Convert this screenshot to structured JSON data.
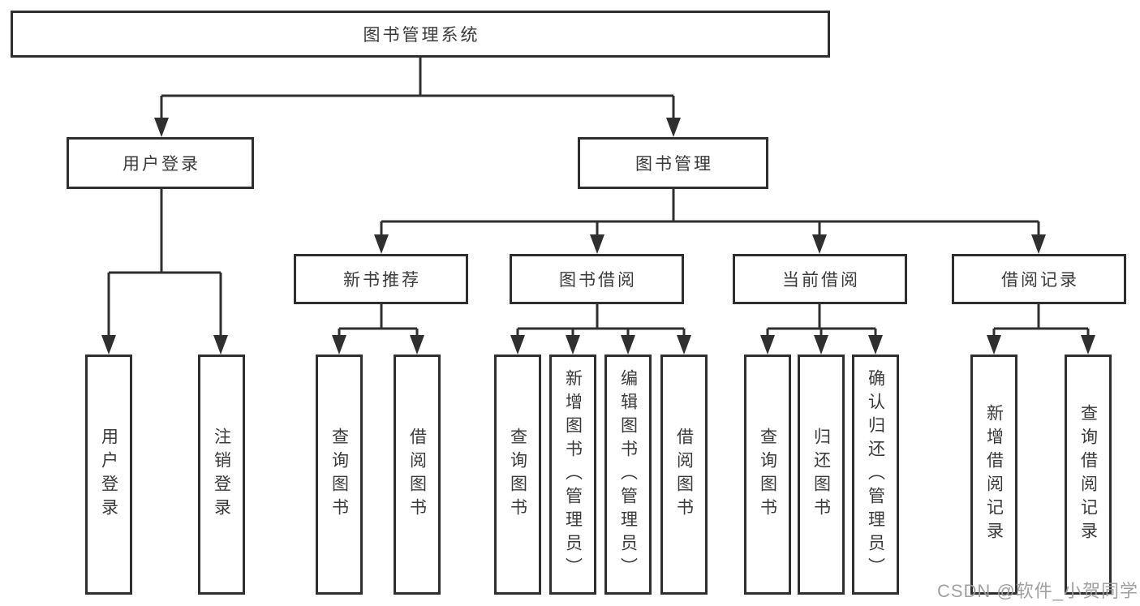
{
  "diagram_title": "图书管理系统",
  "nodes": {
    "root": {
      "label": "图书管理系统"
    },
    "user_login": {
      "label": "用户登录",
      "children": [
        "用户登录",
        "注销登录"
      ]
    },
    "book_management": {
      "label": "图书管理"
    },
    "new_book_recommend": {
      "label": "新书推荐",
      "children": [
        "查询图书",
        "借阅图书"
      ]
    },
    "book_borrow": {
      "label": "图书借阅",
      "children": [
        "查询图书",
        "新增图书（管理员）",
        "编辑图书（管理员）",
        "借阅图书"
      ]
    },
    "current_borrow": {
      "label": "当前借阅",
      "children": [
        "查询图书",
        "归还图书",
        "确认归还（管理员）"
      ]
    },
    "borrow_records": {
      "label": "借阅记录",
      "children": [
        "新增借阅记录",
        "查询借阅记录"
      ]
    }
  },
  "watermark": "CSDN @软件_小贺同学",
  "colors": {
    "line": "#2f2f2f",
    "box_border": "#2f2f2f",
    "box_fill": "#ffffff",
    "text": "#3a3a3a",
    "watermark": "#9b9b9b",
    "background": "#ffffff"
  }
}
